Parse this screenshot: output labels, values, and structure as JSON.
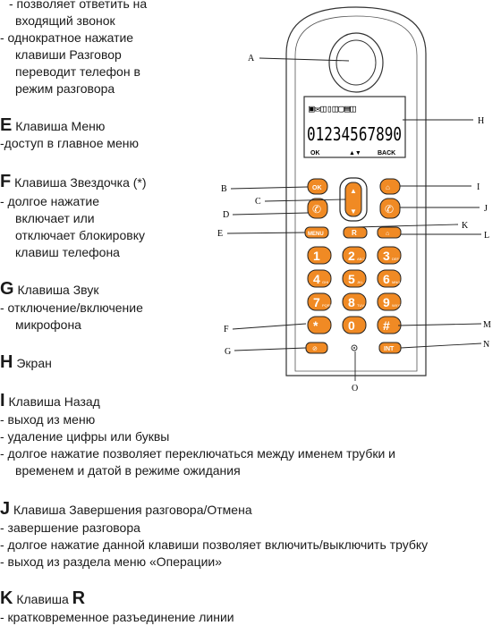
{
  "text": {
    "intro": [
      "- позволяет ответить на",
      "входящий звонок",
      "- однократное нажатие",
      "клавиши Разговор",
      "переводит телефон в",
      "режим разговора"
    ],
    "sections": [
      {
        "letter": "E",
        "title": " Клавиша Меню",
        "lines": [
          "-доступ в главное меню"
        ]
      },
      {
        "letter": "F",
        "title": " Клавиша Звездочка (*)",
        "lines": [
          "- долгое нажатие",
          "включает или",
          "отключает блокировку",
          "клавиш телефона"
        ]
      },
      {
        "letter": "G",
        "title": " Клавиша Звук",
        "lines": [
          "- отключение/включение",
          "микрофона"
        ]
      },
      {
        "letter": "H",
        "title": " Экран",
        "lines": []
      },
      {
        "letter": "I",
        "title": " Клавиша Назад",
        "lines": [
          "- выход из меню",
          "- удаление цифры или буквы",
          "- долгое нажатие позволяет переключаться между именем трубки и",
          "временем и датой в режиме ожидания"
        ]
      },
      {
        "letter": "J",
        "title": " Клавиша Завершения разговора/Отмена",
        "lines": [
          "- завершение разговора",
          "- долгое нажатие данной клавиши позволяет включить/выключить трубку",
          "- выход из раздела меню «Операции»"
        ]
      },
      {
        "letter": "K",
        "title": " Клавиша ",
        "title_bold": "R",
        "lines": [
          "- кратковременное разъединение линии"
        ]
      }
    ]
  },
  "diagram": {
    "callouts": [
      "A",
      "B",
      "C",
      "D",
      "E",
      "F",
      "G",
      "H",
      "I",
      "J",
      "K",
      "L",
      "M",
      "N",
      "O"
    ],
    "lcd": {
      "digits": "01234567890",
      "softkeys": [
        "OK",
        "▲▼",
        "BACK"
      ]
    },
    "keys": {
      "ok": "OK",
      "menu": "MENU",
      "r": "R",
      "int": "INT",
      "digits": [
        "1",
        "2",
        "3",
        "4",
        "5",
        "6",
        "7",
        "8",
        "9",
        "*",
        "0",
        "#"
      ],
      "sublabels": [
        "",
        "ABC",
        "DEF",
        "GHI",
        "JKL",
        "MNO",
        "PQRS",
        "TUV",
        "WXYZ",
        "",
        "",
        ""
      ]
    },
    "colors": {
      "key_orange": "#f08a24",
      "key_dark": "#2b2b2b",
      "outline": "#333333"
    }
  }
}
